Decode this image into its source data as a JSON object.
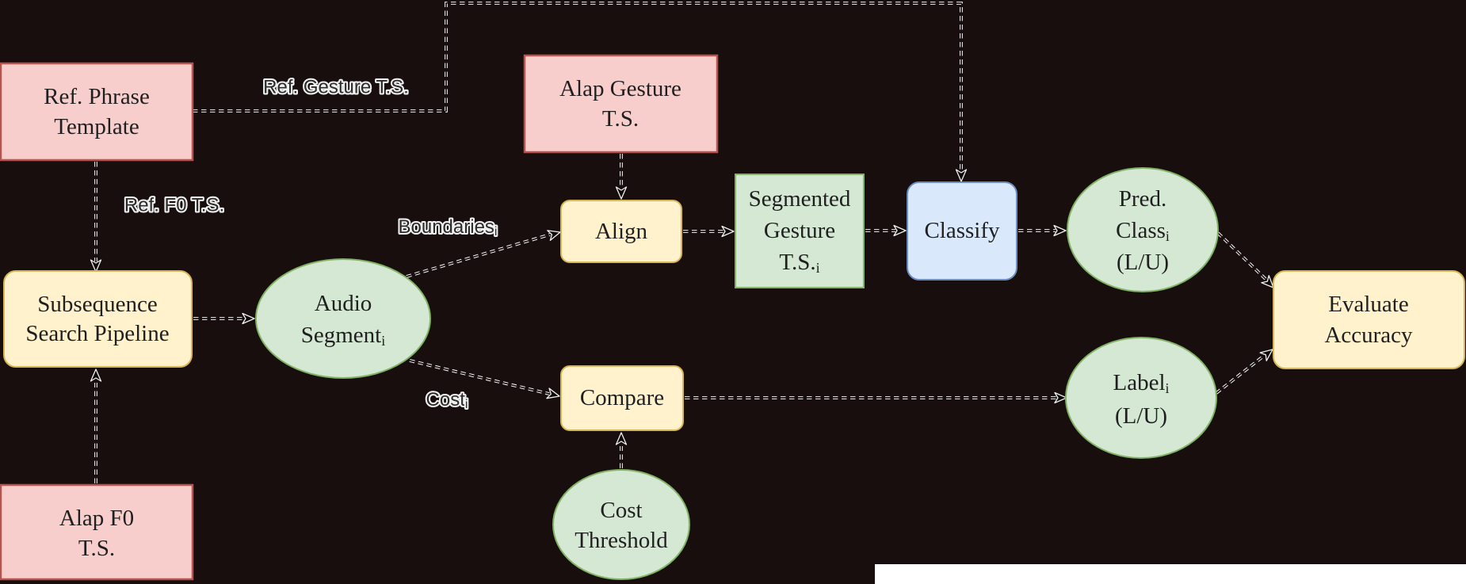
{
  "colors": {
    "bg": "#170e0d",
    "white_strip": "#ffffff",
    "pink_fill": "#f8cecc",
    "pink_stroke": "#b85450",
    "yellow_fill": "#fff2cc",
    "yellow_stroke": "#d6b656",
    "green_fill": "#d5e8d4",
    "green_stroke": "#82b366",
    "blue_fill": "#dae8fc",
    "blue_stroke": "#6c8ebf",
    "node_text": "#1f1f1f",
    "edge_label_fill": "#2b2b2b",
    "edge_label_outline": "#f2f2f2",
    "dash_outline": "#f2f2f2",
    "dash_core": "#120b0b",
    "arrow_fill": "#0f0909"
  },
  "nodes": {
    "ref_phrase_template": {
      "line1": "Ref. Phrase",
      "line2": "Template"
    },
    "alap_gesture_ts": {
      "line1": "Alap Gesture",
      "line2": "T.S."
    },
    "alap_f0_ts": {
      "line1": "Alap F0",
      "line2": "T.S."
    },
    "subsequence_search": {
      "line1": "Subsequence",
      "line2": "Search Pipeline"
    },
    "audio_segment": {
      "line1": "Audio",
      "line2": "Segment",
      "line2_sub": "i"
    },
    "align": {
      "label": "Align"
    },
    "segmented_gesture": {
      "line1": "Segmented",
      "line2": "Gesture",
      "line3": "T.S.",
      "line3_sub": "i"
    },
    "classify": {
      "label": "Classify"
    },
    "pred_class": {
      "line1": "Pred.",
      "line2": "Class",
      "line2_sub": "i",
      "line3": "(L/U)"
    },
    "compare": {
      "label": "Compare"
    },
    "cost_threshold": {
      "line1": "Cost",
      "line2": "Threshold"
    },
    "label_lu": {
      "line1": "Label",
      "line1_sub": "i",
      "line2": "(L/U)"
    },
    "evaluate_accuracy": {
      "line1": "Evaluate",
      "line2": "Accuracy"
    }
  },
  "edge_labels": {
    "ref_gesture_ts": {
      "text": "Ref. Gesture T.S."
    },
    "ref_f0_ts": {
      "text": "Ref. F0 T.S."
    },
    "boundaries": {
      "text": "Boundaries",
      "sub": "i"
    },
    "cost": {
      "text": "Cost",
      "sub": "i"
    }
  }
}
